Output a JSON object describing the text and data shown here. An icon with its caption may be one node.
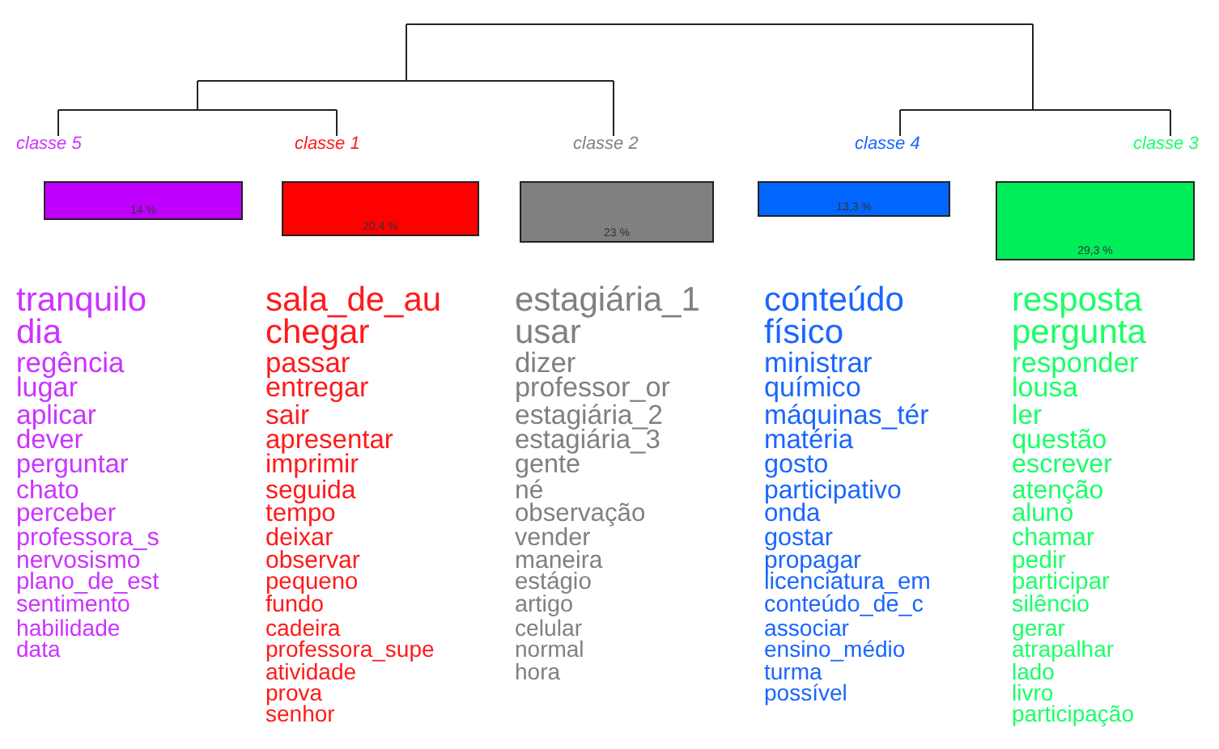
{
  "diagram": {
    "nodes": [
      {
        "text": [
          "classe 5",
          "14 %"
        ],
        "beside": [
          "tranquilo",
          "dia",
          "regência",
          "lugar",
          "aplicar",
          "dever",
          "perguntar",
          "chato",
          "perceber",
          "professora_s",
          "nervosismo",
          "plano_de_est",
          "sentimento",
          "habilidade",
          "data"
        ]
      },
      {
        "text": [
          "classe 1",
          "20,4 %"
        ],
        "beside": [
          "sala_de_au",
          "chegar",
          "passar",
          "entregar",
          "sair",
          "apresentar",
          "imprimir",
          "seguida",
          "tempo",
          "deixar",
          "observar",
          "pequeno",
          "fundo",
          "cadeira",
          "professora_supe",
          "atividade",
          "prova",
          "senhor"
        ]
      },
      {
        "text": [
          "classe 2",
          "23 %"
        ],
        "beside": [
          "estagiária_1",
          "usar",
          "dizer",
          "professor_or",
          "estagiária_2",
          "estagiária_3",
          "gente",
          "né",
          "observação",
          "vender",
          "maneira",
          "estágio",
          "artigo",
          "celular",
          "normal",
          "hora"
        ]
      },
      {
        "text": [
          "classe 4",
          "13,3 %"
        ],
        "beside": [
          "conteúdo",
          "físico",
          "ministrar",
          "químico",
          "máquinas_tér",
          "matéria",
          "gosto",
          "participativo",
          "onda",
          "gostar",
          "propagar",
          "licenciatura_em",
          "conteúdo_de_c",
          "associar",
          "ensino_médio",
          "turma",
          "possível"
        ]
      },
      {
        "text": [
          "classe 3",
          "29,3 %"
        ],
        "beside": [
          "resposta",
          "pergunta",
          "responder",
          "lousa",
          "ler",
          "questão",
          "escrever",
          "atenção",
          "aluno",
          "chamar",
          "pedir",
          "participar",
          "silêncio",
          "gerar",
          "atrapalhar",
          "lado",
          "livro",
          "participação"
        ]
      }
    ]
  }
}
